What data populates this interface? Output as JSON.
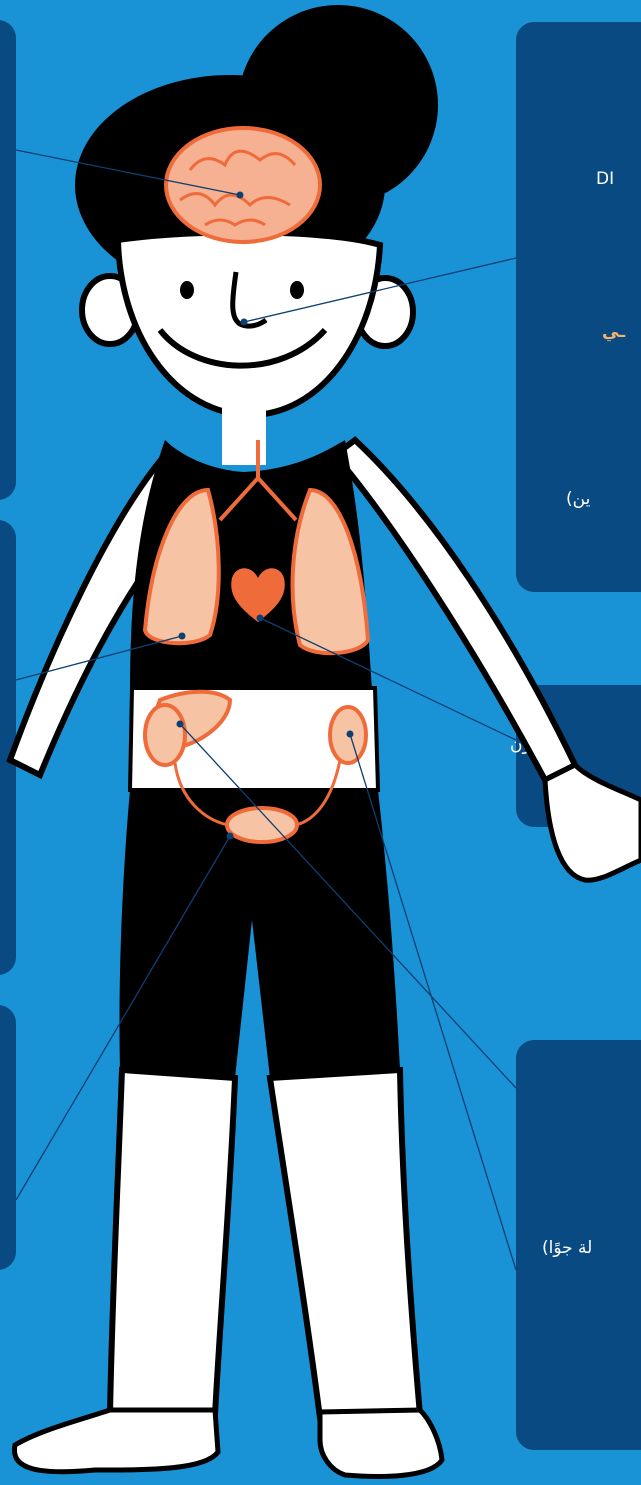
{
  "panels": {
    "dna_panel": {
      "label": "DI",
      "highlight_label": "ـي",
      "note": "ين)"
    },
    "hormones_panel": {
      "label": "الأوزون"
    },
    "kidney_panel": {
      "label": "لة جوًا)"
    }
  },
  "colors": {
    "background": "#1a93d6",
    "panel": "#0a4a82",
    "organ_fill": "#f6c3a5",
    "organ_outline": "#f06b3a",
    "body_black": "#000000",
    "connector": "#0d3f70"
  }
}
